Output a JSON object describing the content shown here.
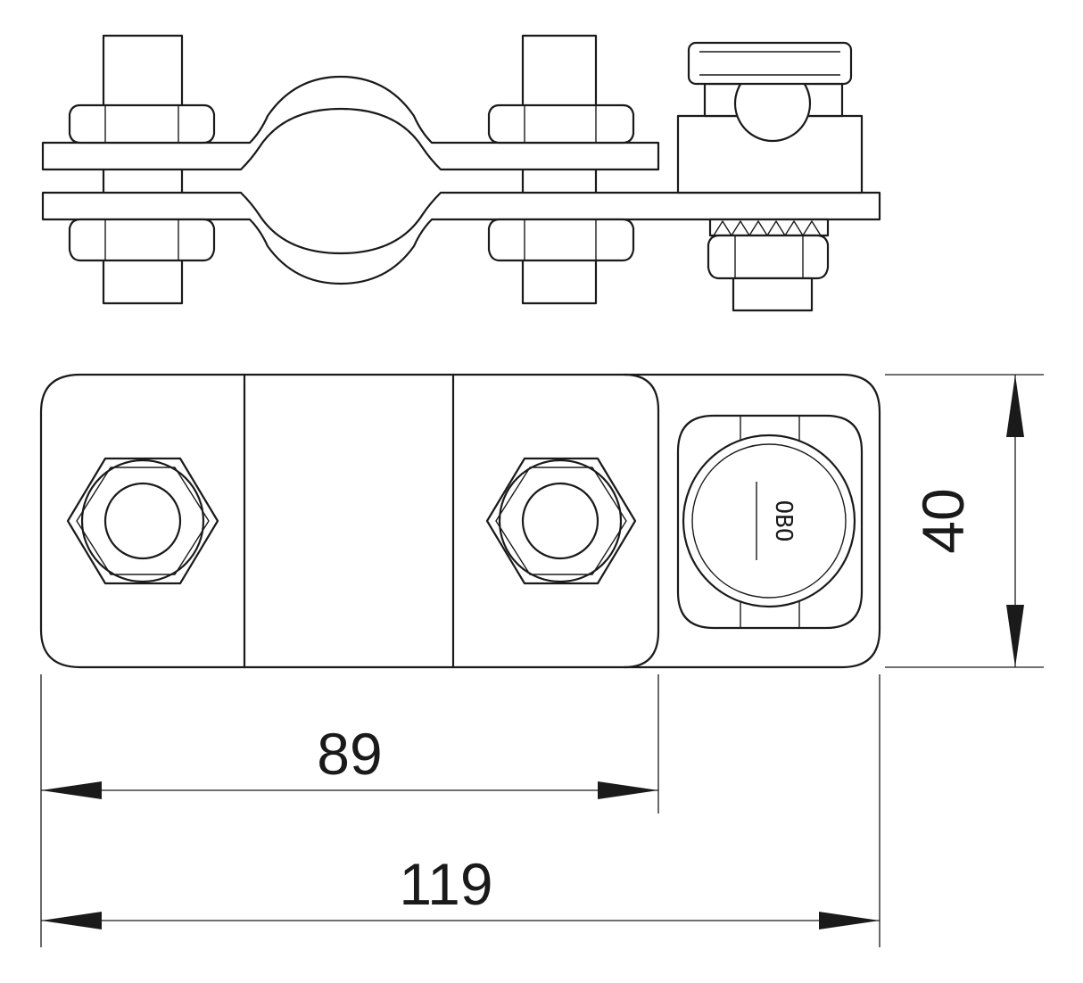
{
  "dimensions": {
    "length_inner": "89",
    "length_total": "119",
    "width": "40"
  },
  "marking": "OBO",
  "colors": {
    "line": "#1a1a1a",
    "background": "#ffffff"
  }
}
